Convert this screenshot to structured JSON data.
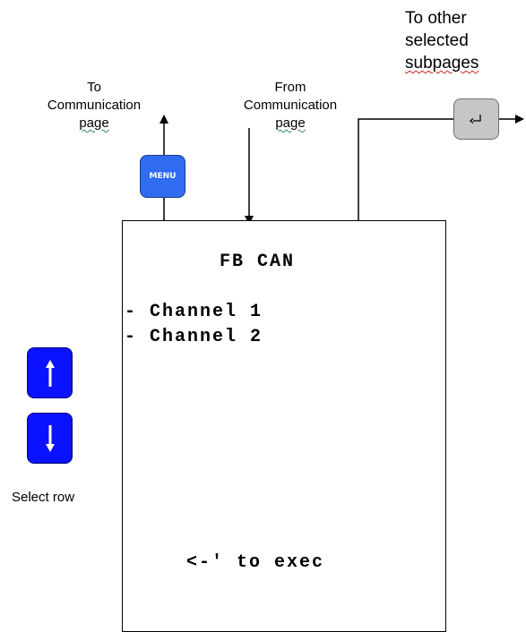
{
  "labels": {
    "to_communication": [
      "To",
      "Communication",
      "page"
    ],
    "from_communication": [
      "From",
      "Communication",
      "page"
    ],
    "to_other_subpages": [
      "To other",
      "selected",
      "subpages"
    ],
    "select_row": "Select row"
  },
  "buttons": {
    "menu": "MENU",
    "enter_icon": "return-arrow-icon",
    "up_icon": "arrow-up-icon",
    "down_icon": "arrow-down-icon"
  },
  "screen": {
    "title": "FB CAN",
    "rows": [
      "- Channel 1",
      "- Channel 2"
    ],
    "hint": "<-' to exec"
  },
  "colors": {
    "menu_button": "#2f6cf0",
    "arrow_buttons": "#0a12ff",
    "enter_button": "#c6c6c6",
    "spellcheck_underline": "#2e8b57",
    "spellcheck_underline_red": "#d22020"
  }
}
